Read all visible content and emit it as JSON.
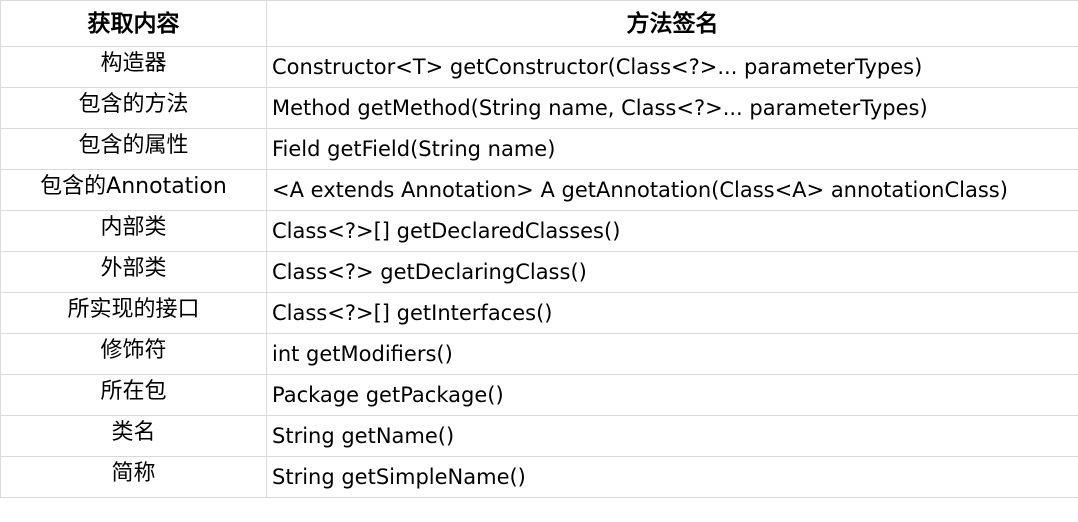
{
  "table": {
    "headers": {
      "content": "获取内容",
      "signature": "方法签名"
    },
    "rows": [
      {
        "content": "构造器",
        "signature": "Constructor<T> getConstructor(Class<?>... parameterTypes)"
      },
      {
        "content": "包含的方法",
        "signature": "Method getMethod(String name, Class<?>... parameterTypes)"
      },
      {
        "content": "包含的属性",
        "signature": "Field getField(String name)"
      },
      {
        "content": "包含的Annotation",
        "signature": "<A extends Annotation> A getAnnotation(Class<A> annotationClass)"
      },
      {
        "content": "内部类",
        "signature": "Class<?>[] getDeclaredClasses()"
      },
      {
        "content": "外部类",
        "signature": "Class<?> getDeclaringClass()"
      },
      {
        "content": "所实现的接口",
        "signature": "Class<?>[] getInterfaces()"
      },
      {
        "content": "修饰符",
        "signature": "int getModifiers()"
      },
      {
        "content": "所在包",
        "signature": "Package getPackage()"
      },
      {
        "content": "类名",
        "signature": "String getName()"
      },
      {
        "content": "简称",
        "signature": "String getSimpleName()"
      }
    ]
  }
}
